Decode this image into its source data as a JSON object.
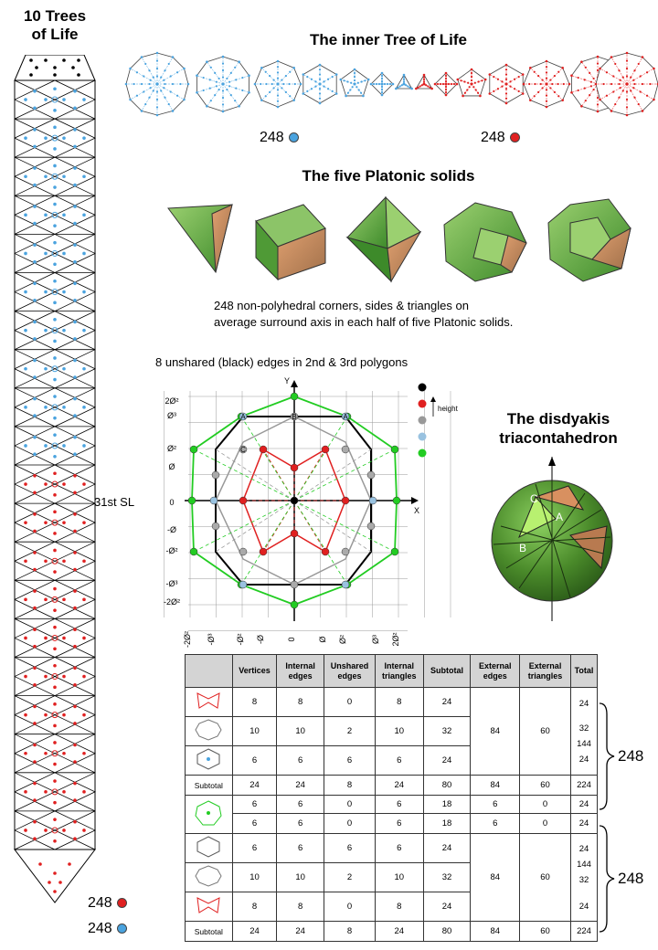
{
  "colors": {
    "blue": "#4aa3df",
    "red": "#e02020",
    "green": "#22cc22",
    "gray": "#999999",
    "black": "#000000",
    "lightblue": "#99c2e0"
  },
  "left": {
    "title_line1": "10 Trees",
    "title_line2": "of Life",
    "sl_label": "31st SL",
    "count_red": "248",
    "count_blue": "248"
  },
  "top": {
    "title": "The inner Tree of Life",
    "count_blue": "248",
    "count_red": "248"
  },
  "platonic": {
    "title": "The five Platonic solids",
    "caption_line1": "248 non-polyhedral corners, sides & triangles on",
    "caption_line2": "average surround axis in each half of five Platonic solids."
  },
  "graph": {
    "title": "8 unshared (black) edges in 2nd & 3rd polygons",
    "y_axis": "Y",
    "x_axis": "X",
    "height_label": "height",
    "y_ticks": [
      "2Ø²",
      "Ø³",
      "Ø²",
      "Ø",
      "0",
      "-Ø",
      "-Ø²",
      "-Ø³",
      "-2Ø²"
    ],
    "x_ticks": [
      "-2Ø²",
      "-Ø³",
      "-Ø²",
      "-Ø",
      "0",
      "Ø",
      "Ø²",
      "Ø³",
      "2Ø²"
    ],
    "legend_colors": [
      "black",
      "red",
      "gray",
      "lightblue",
      "green"
    ],
    "point_labels": {
      "A": "A",
      "B": "B",
      "C": "C"
    }
  },
  "disdyakis": {
    "title_line1": "The disdyakis",
    "title_line2": "triacontahedron",
    "labels": [
      "C",
      "A",
      "B"
    ]
  },
  "table": {
    "headers": [
      "Vertices",
      "Internal edges",
      "Unshared edges",
      "Internal triangles",
      "Subtotal",
      "External edges",
      "External triangles",
      "Total"
    ],
    "g1": [
      [
        "8",
        "8",
        "0",
        "8",
        "24"
      ],
      [
        "10",
        "10",
        "2",
        "10",
        "32"
      ],
      [
        "6",
        "6",
        "6",
        "6",
        "24"
      ]
    ],
    "g1_ext_edges": "84",
    "g1_ext_tri": "60",
    "g1_totals": [
      "24",
      "32",
      "144",
      "24"
    ],
    "g1_sub": [
      "Subtotal",
      "24",
      "24",
      "8",
      "24",
      "80",
      "84",
      "60",
      "224"
    ],
    "g2": [
      [
        "6",
        "6",
        "0",
        "6",
        "18",
        "6",
        "0",
        "24"
      ],
      [
        "6",
        "6",
        "0",
        "6",
        "18",
        "6",
        "0",
        "24"
      ]
    ],
    "g3": [
      [
        "6",
        "6",
        "6",
        "6",
        "24"
      ],
      [
        "10",
        "10",
        "2",
        "10",
        "32"
      ],
      [
        "8",
        "8",
        "0",
        "8",
        "24"
      ]
    ],
    "g3_ext_edges": "84",
    "g3_ext_tri": "60",
    "g3_totals": [
      "24",
      "144",
      "32",
      "24"
    ],
    "g3_sub": [
      "Subtotal",
      "24",
      "24",
      "8",
      "24",
      "80",
      "84",
      "60",
      "224"
    ]
  },
  "brace1": "248",
  "brace2": "248"
}
